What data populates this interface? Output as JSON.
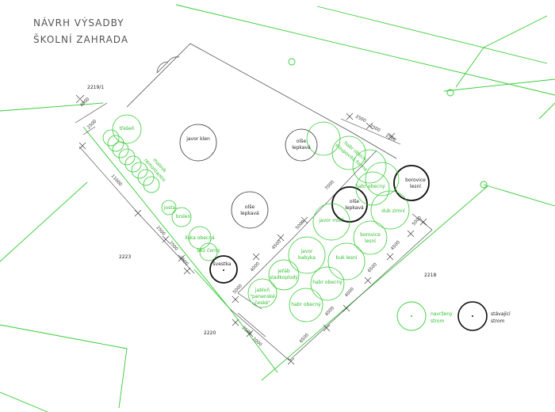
{
  "title": {
    "line1": "NÁVRH VÝSADBY",
    "line2": "ŠKOLNÍ ZAHRADA"
  },
  "parcels": [
    "2219/1",
    "2223",
    "2220",
    "2218"
  ],
  "trees": {
    "javor_klen": "javor klen",
    "olse1": [
      "olše",
      "lepkavá"
    ],
    "olse2": [
      "olše",
      "lepkavá"
    ],
    "olse3": [
      "olše",
      "lepkavá"
    ],
    "borovice1": [
      "borovice",
      "lesní"
    ],
    "borovice2": [
      "borovice",
      "lesní"
    ],
    "tresen": "třešeň",
    "malinik": [
      "maliník",
      "remontantní"
    ],
    "josta": "josta",
    "brslen": "brslen",
    "liska": "líska obecná",
    "bez": "bez černý",
    "svestka": "švestka",
    "habr_forma": [
      "habr obecný",
      "sloupovitá forma"
    ],
    "habr1": "habr obecný",
    "habr2": "habr obecný",
    "habr3": "habr obecný",
    "dub": "dub zimní",
    "javor_mlec": "javor mléč",
    "javor_babyka": [
      "javor",
      "babyka"
    ],
    "buk": "buk lesní",
    "jerab": [
      "jeřáb",
      "sladkoplodý"
    ],
    "jablon": [
      "jabloň",
      "\"panenské",
      "české\""
    ]
  },
  "dimensions": [
    "4000",
    "2500",
    "11000",
    "2500",
    "2500",
    "2500",
    "2500",
    "2500",
    "2500",
    "2500",
    "7000",
    "5000",
    "4500",
    "4000",
    "5000",
    "2500",
    "2000",
    "6500",
    "4000",
    "4000",
    "6500",
    "6500",
    "4500",
    "5000",
    "5000"
  ],
  "legend": {
    "proposed": [
      "navržený",
      "strom"
    ],
    "existing": [
      "stávající",
      "strom"
    ]
  },
  "colors": {
    "proposed": "#2fbf2f",
    "existing": "#111111",
    "boundary": "#555555"
  }
}
